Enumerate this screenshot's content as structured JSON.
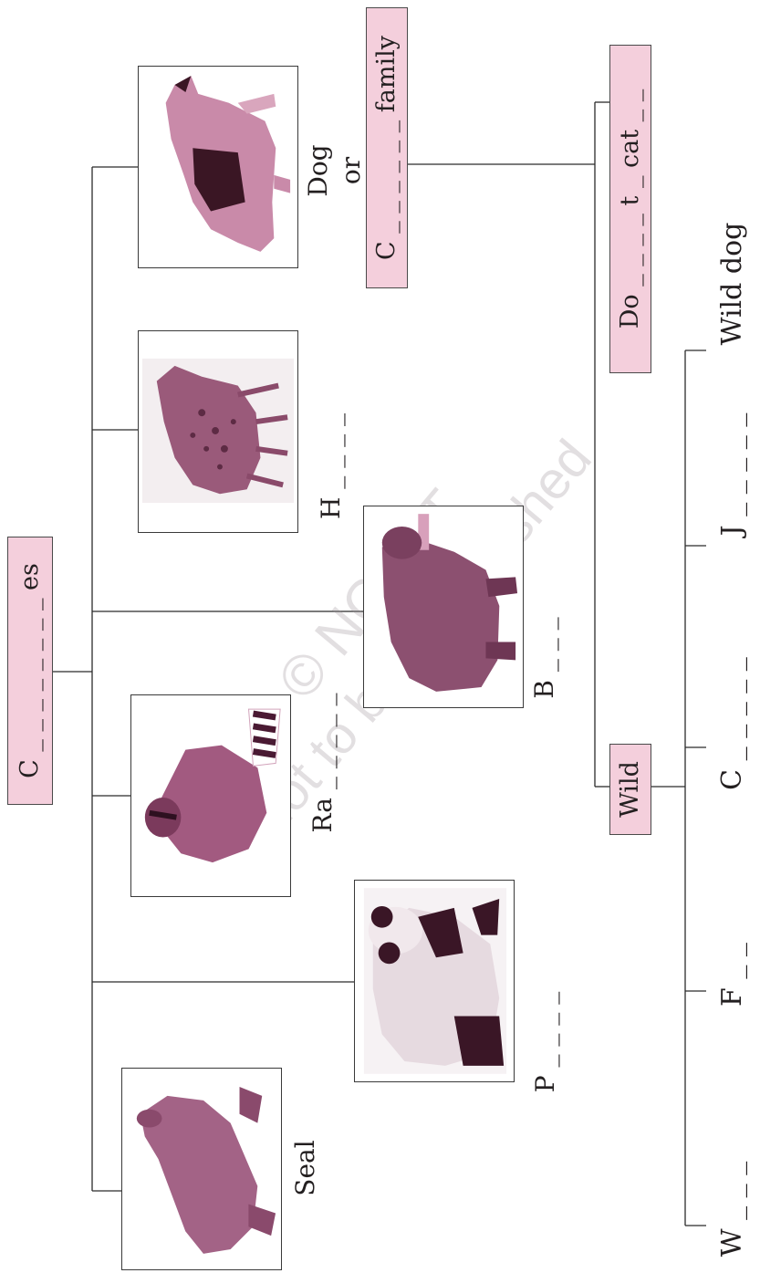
{
  "root_label": "C _ _ _ _ _ _ _ _ es",
  "dog_family": {
    "box_label": "C _ _ _ _ _ _   family",
    "heading_line1": "Dog",
    "heading_line2": "or"
  },
  "domestic_box": "Do _ _ _ _   t _   cat _ _",
  "wild_box": "Wild",
  "animals": {
    "seal": "Seal",
    "panda": "P _ _ _ _",
    "raccoon": "Ra _ _ _ _ _",
    "bear": "B _ _ _",
    "hyena": "H _ _ _ _"
  },
  "wild_members": {
    "w": "W _ _ _",
    "f": "F _ _",
    "c": "C _ _ _ _ _",
    "j": "J _ _ _ _ _",
    "wild_dog": "Wild dog"
  },
  "watermark": {
    "line1": "© NCERT",
    "line2": "not to be republished"
  },
  "colors": {
    "box_fill": "#f4cfdc",
    "photo_tint": "#8c3c62"
  }
}
